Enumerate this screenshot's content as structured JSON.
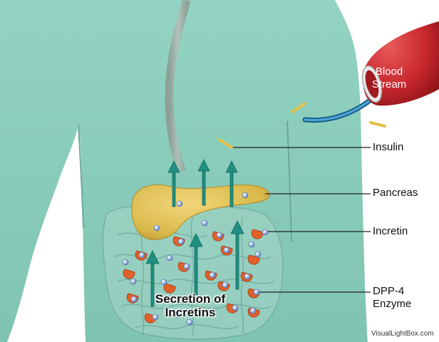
{
  "labels": {
    "blood_stream_line1": "Blood",
    "blood_stream_line2": "Stream",
    "insulin": "Insulin",
    "pancreas": "Pancreas",
    "incretin": "Incretin",
    "dpp4_line1": "DPP-4",
    "dpp4_line2": "Enzyme",
    "secretion_line1": "Secretion of",
    "secretion_line2": "Incretins"
  },
  "credit": "VisualLightBox.com",
  "colors": {
    "body": "#8ecfbd",
    "pancreas": "#d9b84a",
    "blood_vessel": "#c8282e",
    "arrow": "#1f8f80",
    "enzyme": "#e0602a",
    "incretin_dot": "#9fb8e8"
  }
}
